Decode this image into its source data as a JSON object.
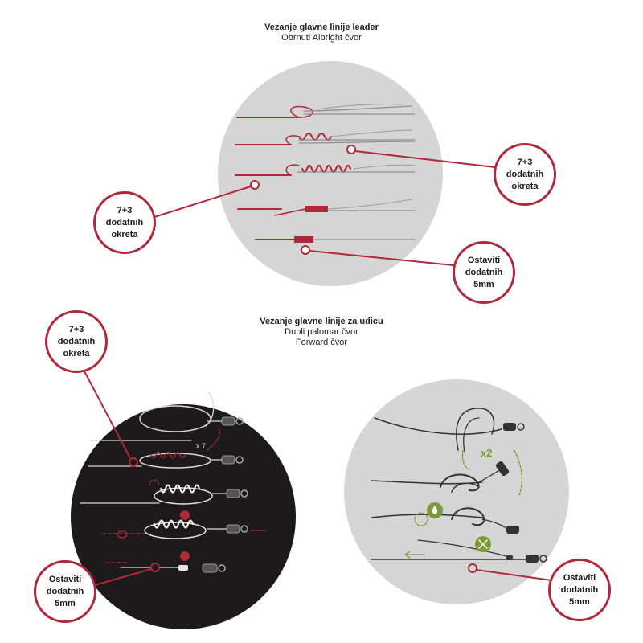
{
  "top_section": {
    "title": "Vezanje glavne linije leader",
    "subtitle": "Obrnuti Albright čvor"
  },
  "bottom_section": {
    "title": "Vezanje glavne linije za udicu",
    "subtitle_1": "Dupli palomar čvor",
    "subtitle_2": "Forward čvor"
  },
  "callouts": {
    "top_right": "7+3\ndodatnih\nokreta",
    "top_left": "7+3\ndodatnih\nokreta",
    "top_bottom_right": "Ostaviti\ndodatnih\n5mm",
    "bottom_left_top": "7+3\ndodatnih\nokreta",
    "bottom_left_bottom": "Ostaviti\ndodatnih\n5mm",
    "bottom_right": "Ostaviti\ndodatnih\n5mm"
  },
  "annotations": {
    "wraps_count": "x 7",
    "double_turn": "x2"
  },
  "colors": {
    "accent_red": "#b0283a",
    "panel_light": "#d5d5d5",
    "panel_dark": "#1c1a1a",
    "green_accent": "#7a9a3a"
  }
}
